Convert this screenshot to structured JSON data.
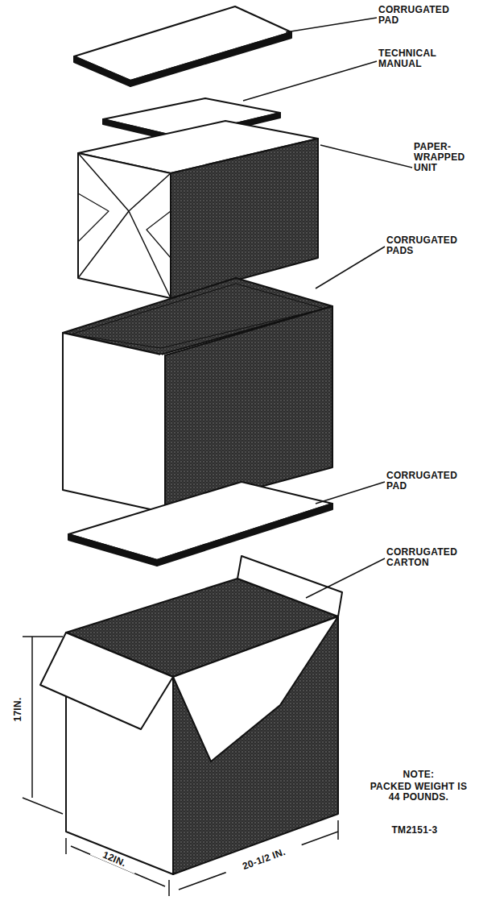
{
  "diagram": {
    "labels": [
      "CORRUGATED PAD",
      "TECHNICAL MANUAL",
      "PAPER-WRAPPED UNIT",
      "CORRUGATED PADS",
      "CORRUGATED PAD",
      "CORRUGATED CARTON",
      "17IN.",
      "12IN.",
      "20-1/2 IN.",
      "NOTE:",
      "PACKED WEIGHT IS 44 POUNDS.",
      "TM2151-3"
    ]
  }
}
